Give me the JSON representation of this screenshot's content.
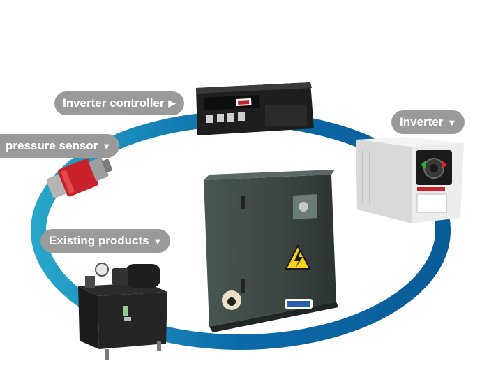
{
  "labels": {
    "inverter_controller": "Inverter controller",
    "pressure_sensor": "pressure sensor",
    "inverter": "Inverter",
    "existing_products": "Existing products"
  },
  "arrows": {
    "right": "▶",
    "down": "▼"
  },
  "colors": {
    "ring_dark": "#0a5c97",
    "ring_light": "#27a6c9",
    "pill_bg": "#9a9a9a",
    "cabinet": "#3f4a47",
    "warning_yellow": "#f7d21a"
  },
  "icons": [
    "inverter-controller-icon",
    "pressure-sensor-icon",
    "inverter-icon",
    "hydraulic-unit-icon",
    "control-cabinet-icon"
  ]
}
